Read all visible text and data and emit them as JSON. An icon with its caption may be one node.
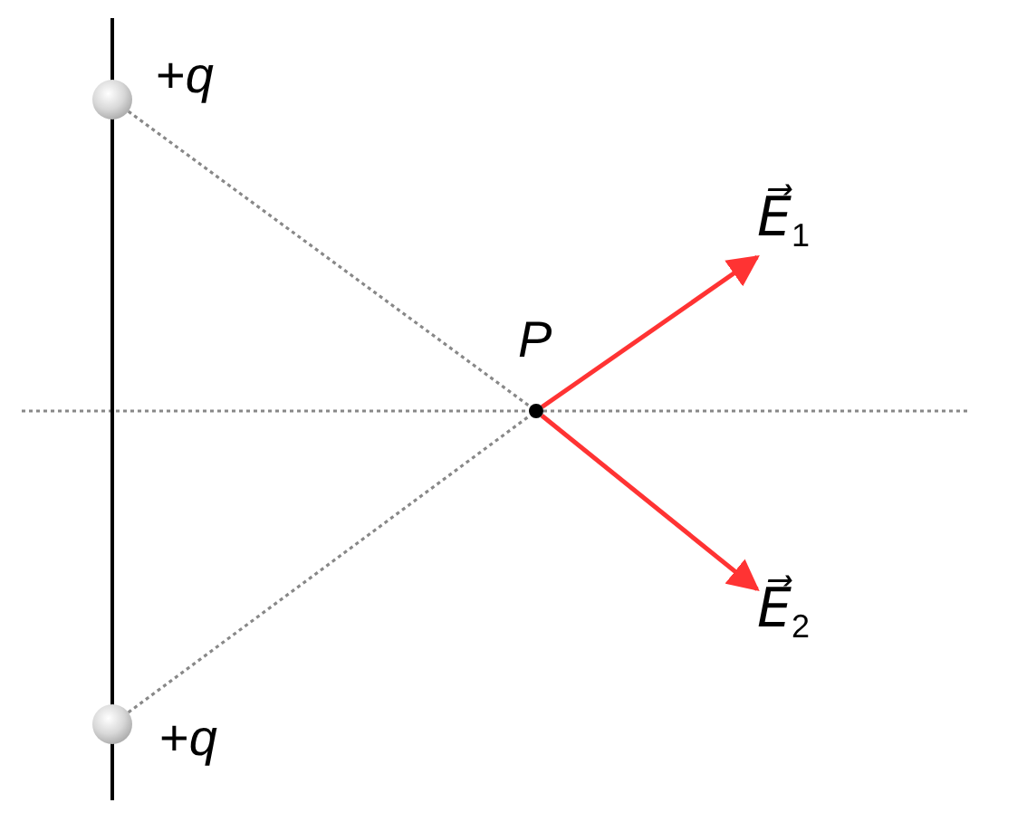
{
  "diagram": {
    "nodes": [
      {
        "text": [],
        "shape": "circle",
        "beside": [
          "+*q*"
        ]
      },
      {
        "text": [],
        "shape": "circle",
        "beside": [
          "+*q*"
        ]
      },
      {
        "text": [],
        "shape": "circle",
        "beside": [
          "*P*"
        ]
      },
      {
        "text": [
          "*E⃗*$_{1}$"
        ]
      },
      {
        "text": [
          "*E⃗*$_{2}$"
        ]
      }
    ],
    "edges": [
      {
        "from": 0,
        "to": 2,
        "arrow": "none",
        "style": "dashed",
        "color": "#888888"
      },
      {
        "from": 1,
        "to": 2,
        "arrow": "none",
        "style": "dashed",
        "color": "#888888"
      },
      {
        "from": 2,
        "to": 3,
        "arrow": "to",
        "color": "#ff3333"
      },
      {
        "from": 2,
        "to": 4,
        "arrow": "to",
        "color": "#ff3333"
      }
    ]
  }
}
